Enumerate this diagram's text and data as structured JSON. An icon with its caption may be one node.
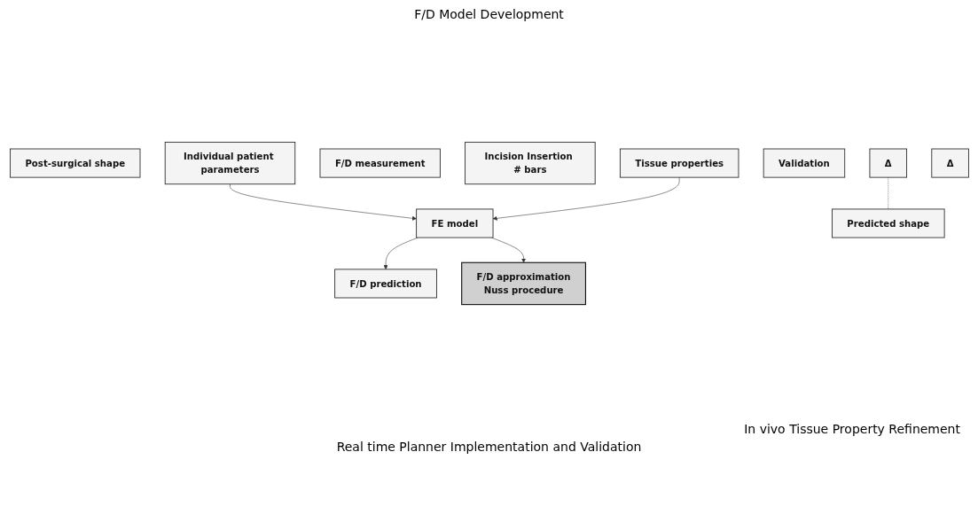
{
  "diagram": {
    "nodes": [
      {
        "text": [
          "Post-surgical shape"
        ]
      },
      {
        "text": [
          "Individual patient parameters"
        ]
      },
      {
        "text": [
          "F/D measurement"
        ]
      },
      {
        "text": [
          "Incision Insertion # bars"
        ]
      },
      {
        "text": [
          "Tissue properties"
        ]
      },
      {
        "text": [
          "Validation"
        ]
      },
      {
        "text": [
          "Δ"
        ]
      },
      {
        "text": [
          "FE model"
        ]
      },
      {
        "text": [
          "Δ"
        ]
      },
      {
        "text": [
          "F/D prediction"
        ]
      },
      {
        "text": [
          "F/D approximation",
          "Nuss procedure"
        ]
      },
      {
        "text": [
          "Predicted shape"
        ]
      }
    ],
    "edges": [
      {
        "from": 1,
        "to": 7,
        "arrow": "to"
      },
      {
        "from": 4,
        "to": 7,
        "arrow": "to"
      },
      {
        "from": 7,
        "to": 9,
        "arrow": "to"
      },
      {
        "from": 7,
        "to": 10,
        "arrow": "to"
      },
      {
        "from": 6,
        "to": 11,
        "arrow": "none",
        "style": "dashed"
      }
    ],
    "labels": [
      "F/D Model Development",
      "In vivo Tissue Property Refinement",
      "Real time Planner Implementation and Validation"
    ]
  }
}
